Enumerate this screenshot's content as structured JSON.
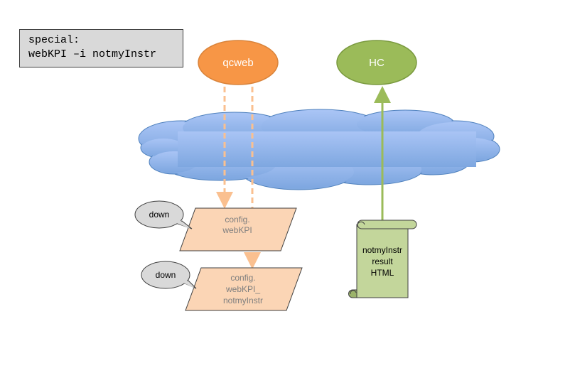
{
  "note": {
    "line1": "special:",
    "line2": "webKPI –i notmyInstr"
  },
  "nodes": {
    "qcweb": {
      "label": "qcweb",
      "color": "#f79646"
    },
    "hc": {
      "label": "HC",
      "color": "#9bbb59"
    }
  },
  "cloud": {
    "color_top": "#a9c4f5",
    "color_bottom": "#7ea7e0",
    "stroke": "#4f81bd"
  },
  "config_shapes": [
    {
      "lines": [
        "config.",
        "webKPI"
      ],
      "color": "#fbd5b5",
      "bubble": "down"
    },
    {
      "lines": [
        "config.",
        "webKPI_",
        "notmyInstr"
      ],
      "color": "#fbd5b5",
      "bubble": "down"
    }
  ],
  "result_doc": {
    "lines": [
      "notmyInstr",
      "result",
      "HTML"
    ],
    "color": "#c3d69b"
  },
  "colors": {
    "dashed_arrow": "#fac090",
    "solid_arrow": "#9bbb59"
  }
}
